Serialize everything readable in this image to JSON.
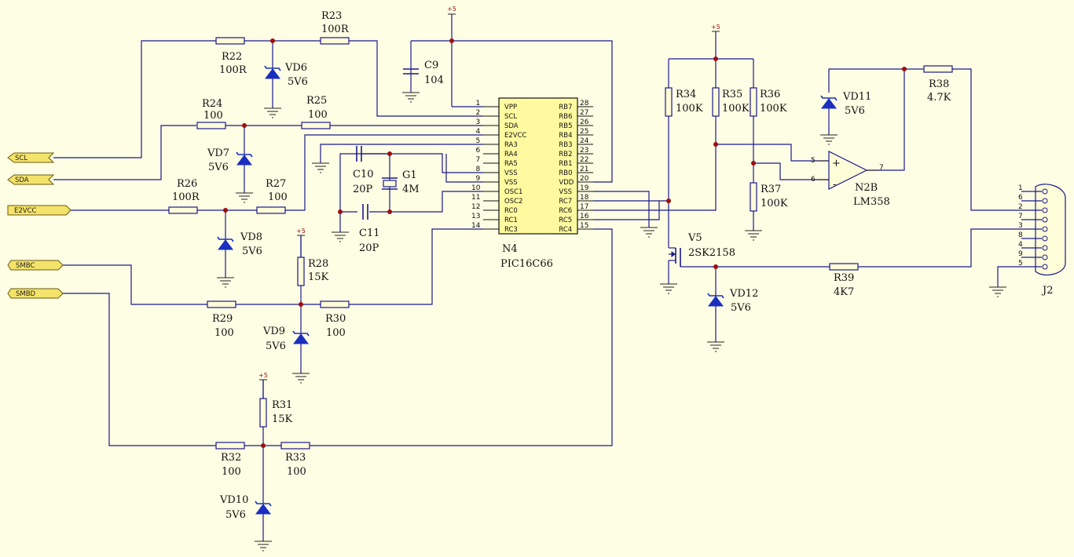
{
  "ports": [
    {
      "id": "scl",
      "label": "SCL"
    },
    {
      "id": "sda",
      "label": "SDA"
    },
    {
      "id": "e2vcc",
      "label": "E2VCC"
    },
    {
      "id": "smbc",
      "label": "SMBC"
    },
    {
      "id": "smbd",
      "label": "SMBD"
    }
  ],
  "resistors": [
    {
      "id": "r22",
      "ref": "R22",
      "value": "100R"
    },
    {
      "id": "r23",
      "ref": "R23",
      "value": "100R"
    },
    {
      "id": "r24",
      "ref": "R24",
      "value": "100"
    },
    {
      "id": "r25",
      "ref": "R25",
      "value": "100"
    },
    {
      "id": "r26",
      "ref": "R26",
      "value": "100R"
    },
    {
      "id": "r27",
      "ref": "R27",
      "value": "100"
    },
    {
      "id": "r28",
      "ref": "R28",
      "value": "15K"
    },
    {
      "id": "r29",
      "ref": "R29",
      "value": "100"
    },
    {
      "id": "r30",
      "ref": "R30",
      "value": "100"
    },
    {
      "id": "r31",
      "ref": "R31",
      "value": "15K"
    },
    {
      "id": "r32",
      "ref": "R32",
      "value": "100"
    },
    {
      "id": "r33",
      "ref": "R33",
      "value": "100"
    },
    {
      "id": "r34",
      "ref": "R34",
      "value": "100K"
    },
    {
      "id": "r35",
      "ref": "R35",
      "value": "100K"
    },
    {
      "id": "r36",
      "ref": "R36",
      "value": "100K"
    },
    {
      "id": "r37",
      "ref": "R37",
      "value": "100K"
    },
    {
      "id": "r38",
      "ref": "R38",
      "value": "4.7K"
    },
    {
      "id": "r39",
      "ref": "R39",
      "value": "4K7"
    }
  ],
  "diodes": [
    {
      "id": "vd6",
      "ref": "VD6",
      "value": "5V6"
    },
    {
      "id": "vd7",
      "ref": "VD7",
      "value": "5V6"
    },
    {
      "id": "vd8",
      "ref": "VD8",
      "value": "5V6"
    },
    {
      "id": "vd9",
      "ref": "VD9",
      "value": "5V6"
    },
    {
      "id": "vd10",
      "ref": "VD10",
      "value": "5V6"
    },
    {
      "id": "vd11",
      "ref": "VD11",
      "value": "5V6"
    },
    {
      "id": "vd12",
      "ref": "VD12",
      "value": "5V6"
    }
  ],
  "capacitors": [
    {
      "id": "c9",
      "ref": "C9",
      "value": "104"
    },
    {
      "id": "c10",
      "ref": "C10",
      "value": "20P"
    },
    {
      "id": "c11",
      "ref": "C11",
      "value": "20P"
    }
  ],
  "crystal": {
    "ref": "G1",
    "value": "4M"
  },
  "mcu": {
    "ref": "N4",
    "part": "PIC16C66",
    "left_pins": [
      {
        "num": "1",
        "name": "VPP"
      },
      {
        "num": "2",
        "name": "SCL"
      },
      {
        "num": "3",
        "name": "SDA"
      },
      {
        "num": "4",
        "name": "E2VCC"
      },
      {
        "num": "5",
        "name": "RA3"
      },
      {
        "num": "6",
        "name": "RA4"
      },
      {
        "num": "7",
        "name": "RA5"
      },
      {
        "num": "8",
        "name": "VSS"
      },
      {
        "num": "9",
        "name": "VSS"
      },
      {
        "num": "10",
        "name": "OSC1"
      },
      {
        "num": "11",
        "name": "OSC2"
      },
      {
        "num": "12",
        "name": "RC0"
      },
      {
        "num": "13",
        "name": "RC1"
      },
      {
        "num": "14",
        "name": "RC3"
      }
    ],
    "right_pins": [
      {
        "num": "28",
        "name": "RB7"
      },
      {
        "num": "27",
        "name": "RB6"
      },
      {
        "num": "26",
        "name": "RB5"
      },
      {
        "num": "25",
        "name": "RB4"
      },
      {
        "num": "24",
        "name": "RB3"
      },
      {
        "num": "23",
        "name": "RB2"
      },
      {
        "num": "22",
        "name": "RB1"
      },
      {
        "num": "21",
        "name": "RB0"
      },
      {
        "num": "20",
        "name": "VDD"
      },
      {
        "num": "19",
        "name": "VSS"
      },
      {
        "num": "18",
        "name": "RC7"
      },
      {
        "num": "17",
        "name": "RC6"
      },
      {
        "num": "16",
        "name": "RC5"
      },
      {
        "num": "15",
        "name": "RC4"
      }
    ]
  },
  "opamp": {
    "ref": "N2B",
    "part": "LM358",
    "pin_plus": "5",
    "pin_minus": "6",
    "pin_out": "7",
    "sign_plus": "+",
    "sign_minus": "-"
  },
  "mosfet": {
    "ref": "V5",
    "part": "2SK2158"
  },
  "connector": {
    "ref": "J2",
    "pins": [
      "1",
      "6",
      "2",
      "7",
      "3",
      "8",
      "4",
      "9",
      "5"
    ]
  },
  "supply_label": "+5"
}
